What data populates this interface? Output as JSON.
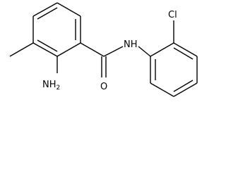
{
  "labels": {
    "chlorine": "Cl",
    "amine_nh": "NH",
    "amine_sub": "2",
    "amide_nh": "N",
    "amide_h": "H",
    "oxygen": "O"
  },
  "colors": {
    "bond": "#000000",
    "text": "#000000",
    "background": "#ffffff"
  }
}
